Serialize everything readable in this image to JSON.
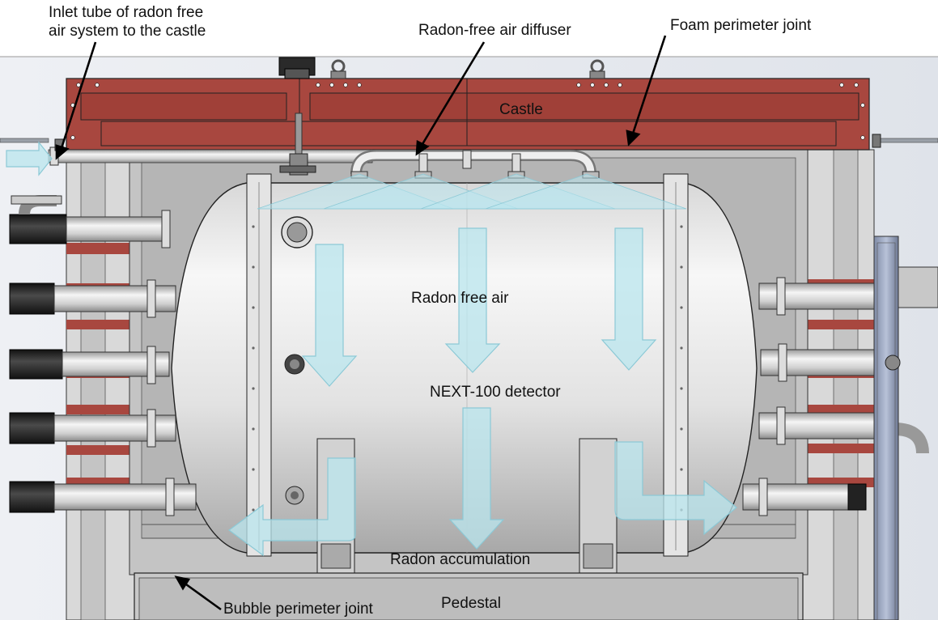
{
  "labels": {
    "inlet_tube": "Inlet tube of radon free\nair system to the castle",
    "diffuser": "Radon-free air diffuser",
    "foam_joint": "Foam perimeter joint",
    "castle": "Castle",
    "radon_free_air": "Radon free air",
    "detector": "NEXT-100 detector",
    "radon_accumulation": "Radon accumulation",
    "pedestal": "Pedestal",
    "bubble_joint": "Bubble perimeter joint"
  },
  "colors": {
    "castle_red": "#a8473f",
    "castle_red_dark": "#8c3a33",
    "steel_light": "#f2f2f2",
    "steel_mid": "#c9c9c9",
    "steel_dark": "#8c8c8c",
    "frame_gray": "#bdbdbd",
    "airflow_arrow": "#b9e6ee",
    "airflow_arrow_stroke": "#8cc9d6",
    "blue_post": "#9aa6bf",
    "line": "#1a1a1a"
  }
}
